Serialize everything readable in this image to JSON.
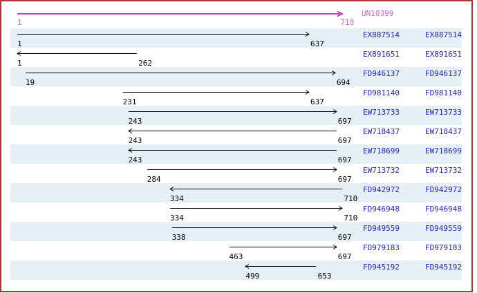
{
  "reference": {
    "name": "UN10399",
    "start": 1,
    "end": 710
  },
  "axis": {
    "min": 1,
    "max": 710
  },
  "alignments": [
    {
      "label": "EX887514",
      "start": 1,
      "end": 637,
      "direction": "right"
    },
    {
      "label": "EX891651",
      "start": 1,
      "end": 262,
      "direction": "left"
    },
    {
      "label": "FD946137",
      "start": 19,
      "end": 694,
      "direction": "right"
    },
    {
      "label": "FD981140",
      "start": 231,
      "end": 637,
      "direction": "right"
    },
    {
      "label": "EW713733",
      "start": 243,
      "end": 697,
      "direction": "right"
    },
    {
      "label": "EW718437",
      "start": 243,
      "end": 697,
      "direction": "left"
    },
    {
      "label": "EW718699",
      "start": 243,
      "end": 697,
      "direction": "left"
    },
    {
      "label": "EW713732",
      "start": 284,
      "end": 697,
      "direction": "right"
    },
    {
      "label": "FD942972",
      "start": 334,
      "end": 710,
      "direction": "left"
    },
    {
      "label": "FD946948",
      "start": 334,
      "end": 710,
      "direction": "right"
    },
    {
      "label": "FD949559",
      "start": 338,
      "end": 697,
      "direction": "right"
    },
    {
      "label": "FD979183",
      "start": 463,
      "end": 697,
      "direction": "right"
    },
    {
      "label": "FD945192",
      "start": 499,
      "end": 653,
      "direction": "left"
    }
  ],
  "colors": {
    "frame_border": "#aa3838",
    "row_band": "#e4f0f6",
    "accession_text": "#2222cc",
    "reference_arrow": "#bb4abb",
    "reference_text": "#cc66cc",
    "alignment_arrow": "#000000"
  }
}
